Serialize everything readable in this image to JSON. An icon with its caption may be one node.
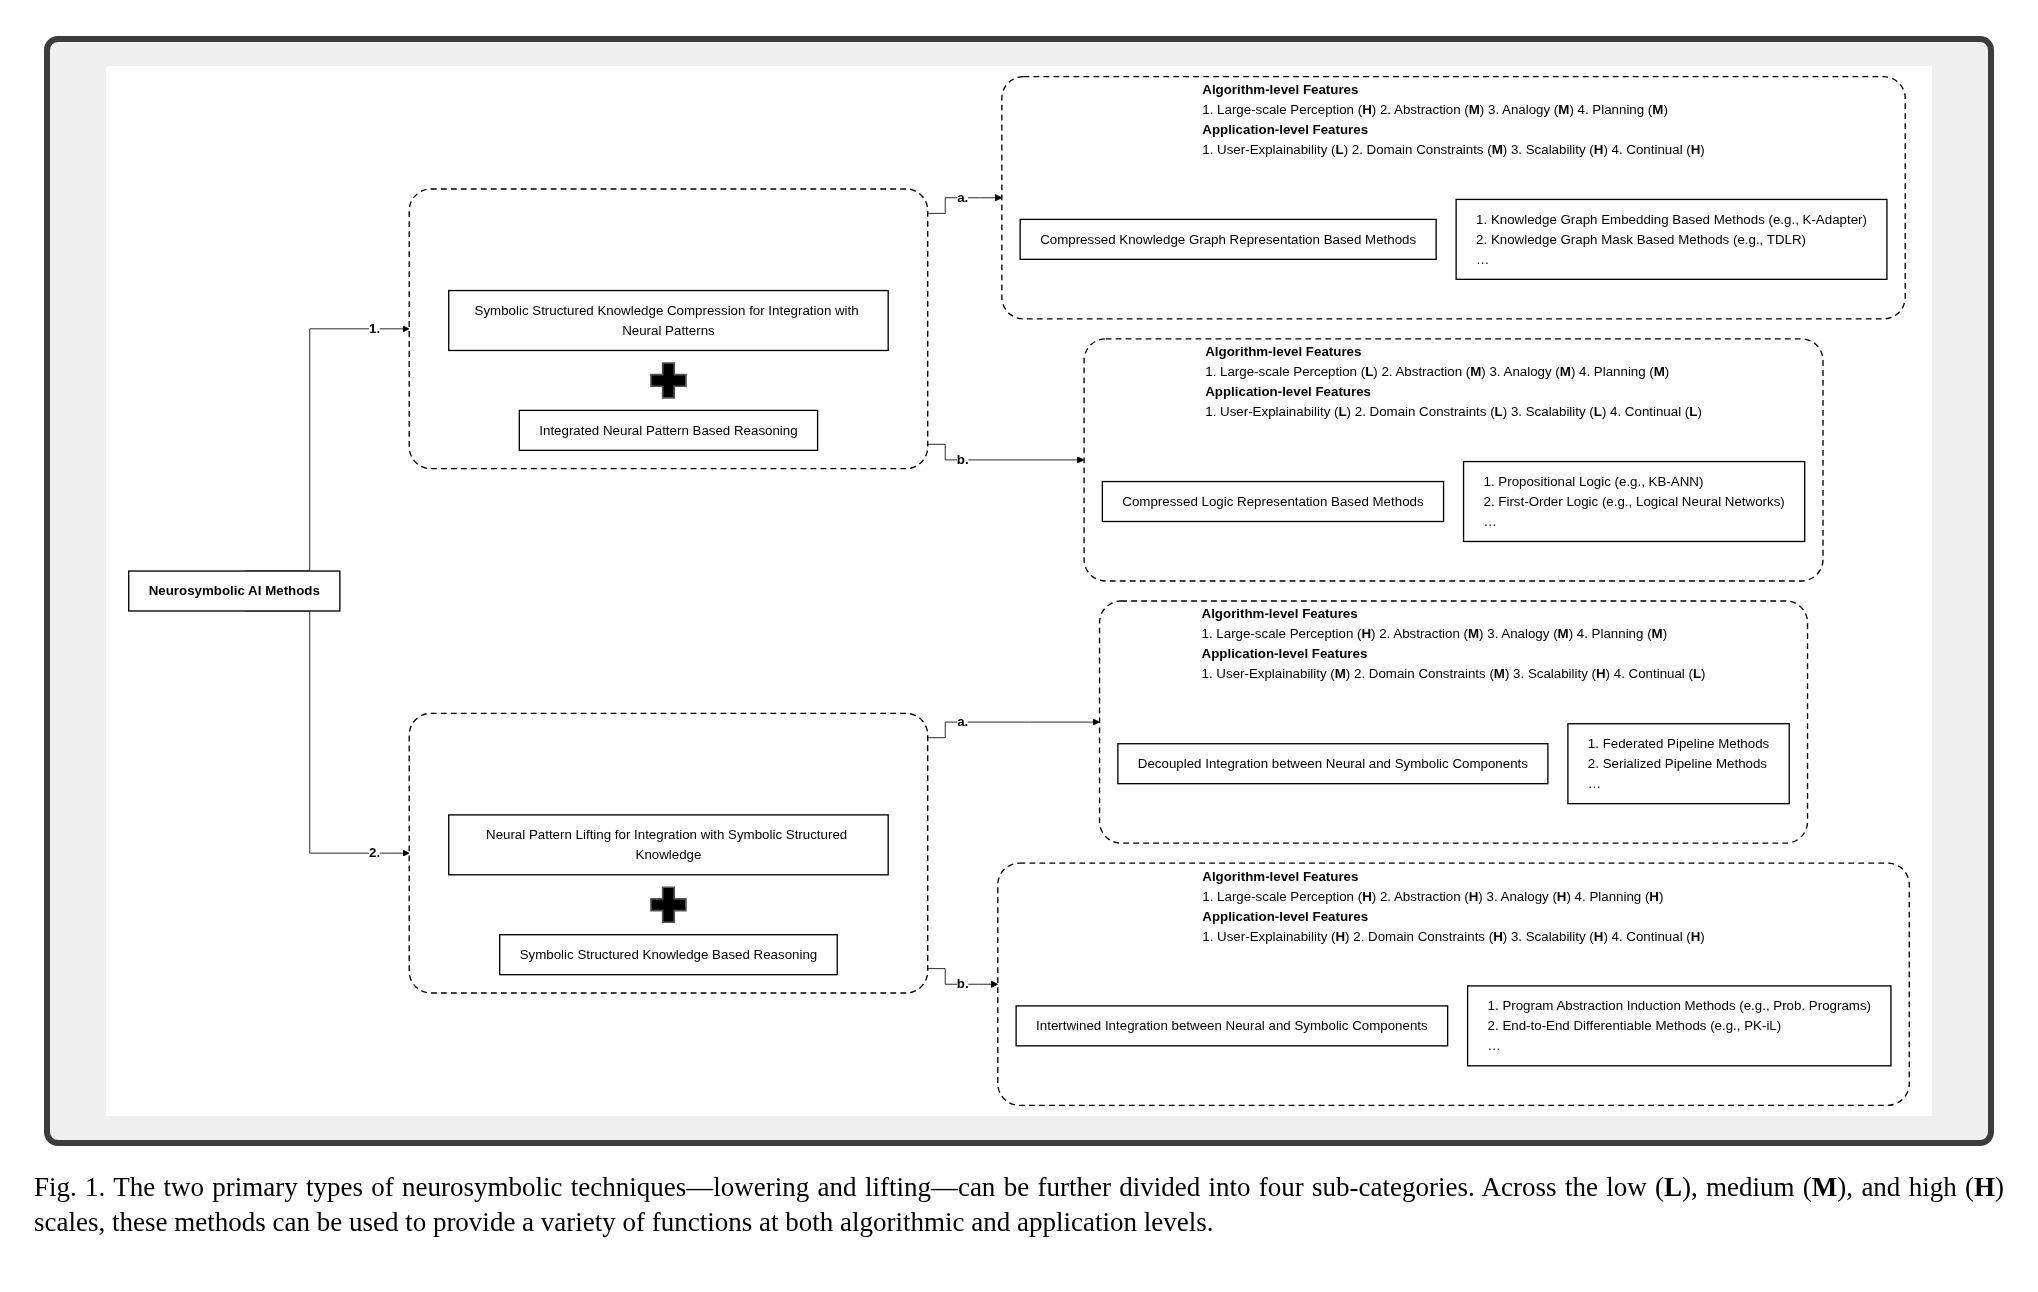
{
  "diagram": {
    "caption": "Fig. 1. The two primary types of neurosymbolic techniques—lowering and lifting—can be further divided into four sub-categories. Across the low (**L**), medium (**M**), and high (**H**) scales, these methods can be used to provide a variety of functions at both algorithmic and application levels.",
    "nodes": [
      {
        "text": [
          "Neurosymbolic AI Methods"
        ]
      },
      {
        "text": [],
        "shape": "box"
      },
      {
        "text": [
          "Symbolic Structured Knowledge Compression for Integration with Neural Patterns"
        ],
        "in": 1
      },
      {
        "text": [],
        "shape": "plus",
        "in": 1
      },
      {
        "text": [
          "Integrated Neural Pattern Based Reasoning"
        ],
        "in": 1
      },
      {
        "text": [
          "Algorithm-level Features",
          "1. Large-scale Perception (**H**) 2. Abstraction (**M**) 3. Analogy (**M**) 4. Planning (**M**)",
          "Application-level Features",
          "1. User-Explainability (**L**) 2. Domain Constraints (**M**) 3. Scalability (**H**) 4. Continual (**H**)"
        ]
      },
      {
        "text": [
          "Compressed Knowledge Graph Representation Based Methods"
        ],
        "in": 5
      },
      {
        "text": [
          "1. Knowledge Graph Embedding Based Methods (e.g., K-Adapter)",
          "2. Knowledge Graph Mask Based Methods (e.g., TDLR)",
          "…"
        ],
        "in": 5
      },
      {
        "text": [
          "Algorithm-level Features",
          "1. Large-scale Perception (**L**) 2. Abstraction (**M**) 3. Analogy (**M**) 4. Planning (**M**)",
          "Application-level Features",
          "1. User-Explainability (**L**) 2. Domain Constraints (**L**) 3. Scalability (**L**) 4. Continual (**L**)"
        ]
      },
      {
        "text": [
          "Compressed Logic Representation Based Methods"
        ],
        "in": 8
      },
      {
        "text": [
          "1. Propositional Logic (e.g., KB-ANN)",
          "2. First-Order Logic (e.g., Logical Neural Networks)",
          "…"
        ],
        "in": 8
      },
      {
        "text": [],
        "shape": "box"
      },
      {
        "text": [
          "Neural Pattern Lifting for Integration with Symbolic Structured Knowledge"
        ],
        "in": 11
      },
      {
        "text": [],
        "shape": "plus",
        "in": 11
      },
      {
        "text": [
          "Symbolic Structured Knowledge Based Reasoning"
        ],
        "in": 11
      },
      {
        "text": [
          "Algorithm-level Features",
          "1. Large-scale Perception (**H**) 2. Abstraction (**M**) 3. Analogy (**M**) 4. Planning (**M**)",
          "Application-level Features",
          "1. User-Explainability (**M**) 2. Domain Constraints (**M**) 3. Scalability (**H**) 4. Continual (**L**)"
        ]
      },
      {
        "text": [
          "Decoupled Integration between Neural and Symbolic Components"
        ],
        "in": 15
      },
      {
        "text": [
          "1. Federated Pipeline Methods",
          "2. Serialized Pipeline Methods",
          "…"
        ],
        "in": 15
      },
      {
        "text": [
          "Algorithm-level Features",
          "1. Large-scale Perception (**H**) 2. Abstraction (**H**) 3. Analogy (**H**) 4. Planning (**H**)",
          "Application-level Features",
          "1. User-Explainability (**H**) 2. Domain Constraints (**H**) 3. Scalability (**H**) 4. Continual (**H**)"
        ]
      },
      {
        "text": [
          "Intertwined Integration between Neural and Symbolic Components"
        ],
        "in": 18
      },
      {
        "text": [
          "1. Program Abstraction Induction Methods (e.g., Prob. Programs)",
          "2. End-to-End Differentiable Methods (e.g., PK-iL)",
          "…"
        ],
        "in": 18
      }
    ],
    "edges": [
      {
        "from": 0,
        "to": 1,
        "arrow": "to",
        "label": "1."
      },
      {
        "from": 0,
        "to": 11,
        "arrow": "to",
        "label": "2."
      },
      {
        "from": 1,
        "to": 5,
        "arrow": "to",
        "label": "a."
      },
      {
        "from": 1,
        "to": 8,
        "arrow": "to",
        "label": "b."
      },
      {
        "from": 11,
        "to": 15,
        "arrow": "to",
        "label": "a."
      },
      {
        "from": 11,
        "to": 18,
        "arrow": "to",
        "label": "b."
      }
    ]
  }
}
